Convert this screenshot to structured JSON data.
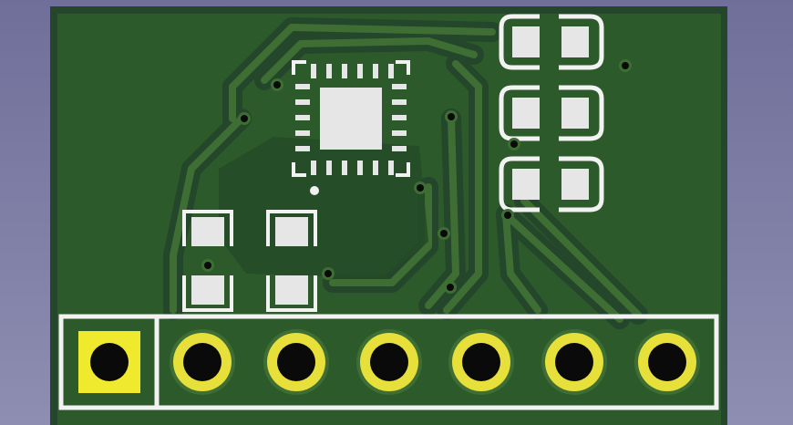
{
  "view": {
    "kind": "pcb-3d-render-bottom",
    "colors": {
      "background_top": "#6f6f9a",
      "background_bottom": "#8e8eb2",
      "board_edge": "#2a4a2e",
      "copper_fill": "#2d5a2b",
      "trace": "#3e6e33",
      "trace_clearance": "#24462a",
      "silkscreen": "#f2f2f2",
      "pad": "#e6e6e6",
      "plated_ring": "#e8e03a",
      "square_pad": "#f0ea2e",
      "via_hole": "#0a0a0a"
    }
  },
  "board": {
    "header": {
      "pin_count": 7,
      "first_pin_shape": "square",
      "other_pin_shape": "round"
    },
    "ic": {
      "package": "QFN",
      "pads_per_side": 6,
      "has_exposed_pad": true
    },
    "smd_pairs": 3,
    "passives": 2,
    "vias": 11
  }
}
